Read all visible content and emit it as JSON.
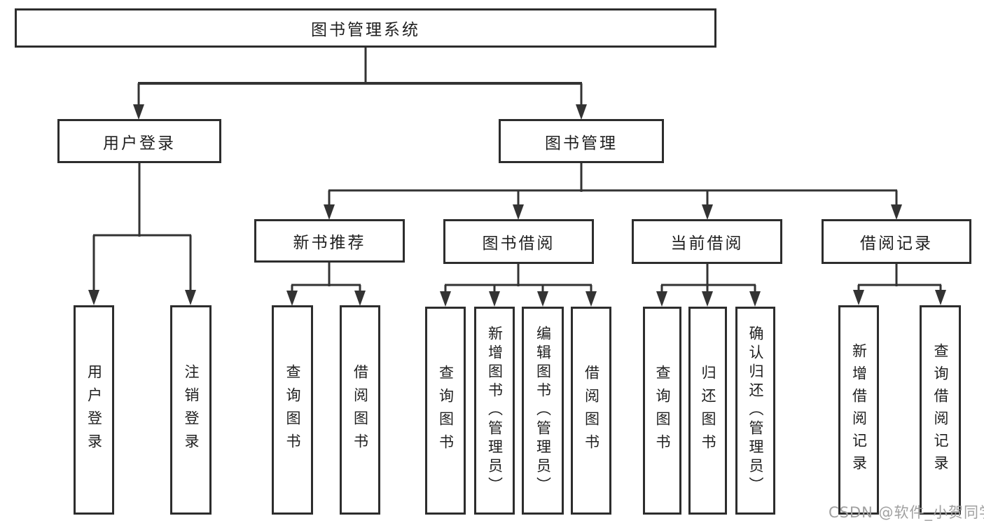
{
  "diagram": {
    "root": {
      "label": "图书管理系统"
    },
    "branches": [
      {
        "label": "用户登录",
        "children": [
          {
            "label": "用户登录"
          },
          {
            "label": "注销登录"
          }
        ]
      },
      {
        "label": "图书管理",
        "children": [
          {
            "label": "新书推荐",
            "children": [
              {
                "label": "查询图书"
              },
              {
                "label": "借阅图书"
              }
            ]
          },
          {
            "label": "图书借阅",
            "children": [
              {
                "label": "查询图书"
              },
              {
                "label": "新增图书（管理员）"
              },
              {
                "label": "编辑图书（管理员）"
              },
              {
                "label": "借阅图书"
              }
            ]
          },
          {
            "label": "当前借阅",
            "children": [
              {
                "label": "查询图书"
              },
              {
                "label": "归还图书"
              },
              {
                "label": "确认归还（管理员）"
              }
            ]
          },
          {
            "label": "借阅记录",
            "children": [
              {
                "label": "新增借阅记录"
              },
              {
                "label": "查询借阅记录"
              }
            ]
          }
        ]
      }
    ]
  },
  "watermark": {
    "text": "CSDN @软件_小贺同学"
  },
  "colors": {
    "box_border": "#2d2d2d",
    "connector_line": "#333333",
    "text": "#1f1f1f",
    "watermark_text": "#a0a0a0",
    "background": "#ffffff"
  }
}
